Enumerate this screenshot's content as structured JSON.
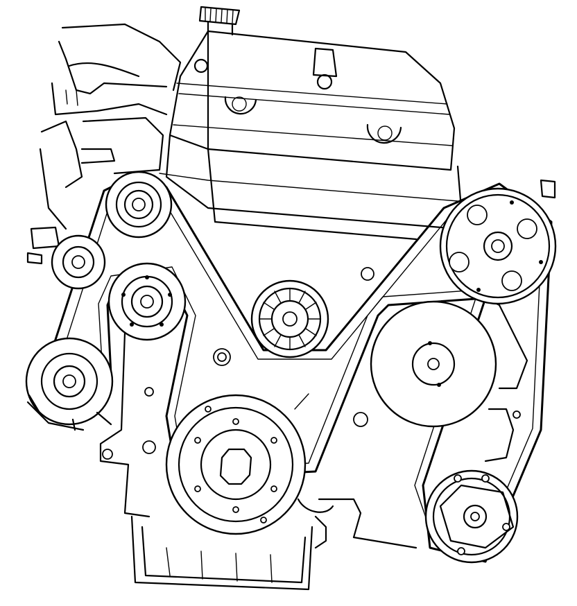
{
  "image": {
    "kind": "line-art",
    "subject": "engine-accessory-drive-belt-routing"
  },
  "components": [
    {
      "name": "idler-pulley-upper"
    },
    {
      "name": "tensioner-pulley"
    },
    {
      "name": "idler-pulley-middle"
    },
    {
      "name": "power-steering-pump-pulley"
    },
    {
      "name": "water-pump-pulley"
    },
    {
      "name": "crankshaft-pulley"
    },
    {
      "name": "alternator-pulley"
    },
    {
      "name": "fan-pulley"
    },
    {
      "name": "ac-compressor-pulley"
    }
  ],
  "colors": {
    "line": "#000000",
    "background": "#ffffff"
  }
}
